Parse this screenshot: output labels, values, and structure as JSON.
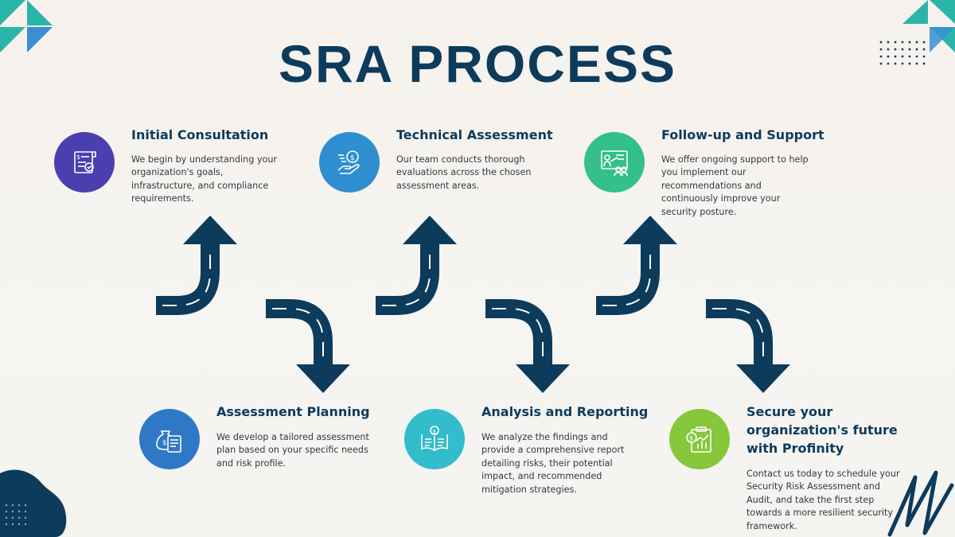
{
  "title": "SRA PROCESS",
  "colors": {
    "navy": "#0d3b5c",
    "teal": "#2bb5a8",
    "step1": "#4b3fb0",
    "step2": "#2f78c6",
    "step3": "#2f8ed0",
    "step4": "#33bccb",
    "step5": "#33c08c",
    "step6": "#86c73b"
  },
  "steps": [
    {
      "title": "Initial Consultation",
      "lines": [
        "We begin by understanding your",
        "organization's goals,",
        "infrastructure, and compliance",
        "requirements."
      ],
      "icon": "checklist-document-icon"
    },
    {
      "title": "Assessment Planning",
      "lines": [
        "We develop a tailored assessment",
        "plan based on your specific needs",
        "and risk profile."
      ],
      "icon": "money-bag-document-icon"
    },
    {
      "title": "Technical Assessment",
      "lines": [
        "Our team conducts thorough",
        "evaluations across the chosen",
        "assessment areas."
      ],
      "icon": "hand-coin-icon"
    },
    {
      "title": "Analysis and Reporting",
      "lines": [
        "We analyze the findings and",
        "provide a comprehensive report",
        "detailing risks, their potential",
        "impact, and recommended",
        "mitigation strategies."
      ],
      "icon": "report-book-icon"
    },
    {
      "title": "Follow-up and Support",
      "lines": [
        "We offer ongoing support to help",
        "you implement our",
        "recommendations and",
        "continuously improve your",
        "security posture."
      ],
      "icon": "presentation-board-icon"
    },
    {
      "title_lines": [
        "Secure your",
        "organization's future",
        "with Profinity"
      ],
      "lines": [
        "Contact us today to schedule your",
        "Security Risk Assessment and",
        "Audit, and take the first step",
        "towards a more resilient security",
        "framework."
      ],
      "icon": "clipboard-chart-icon"
    }
  ]
}
